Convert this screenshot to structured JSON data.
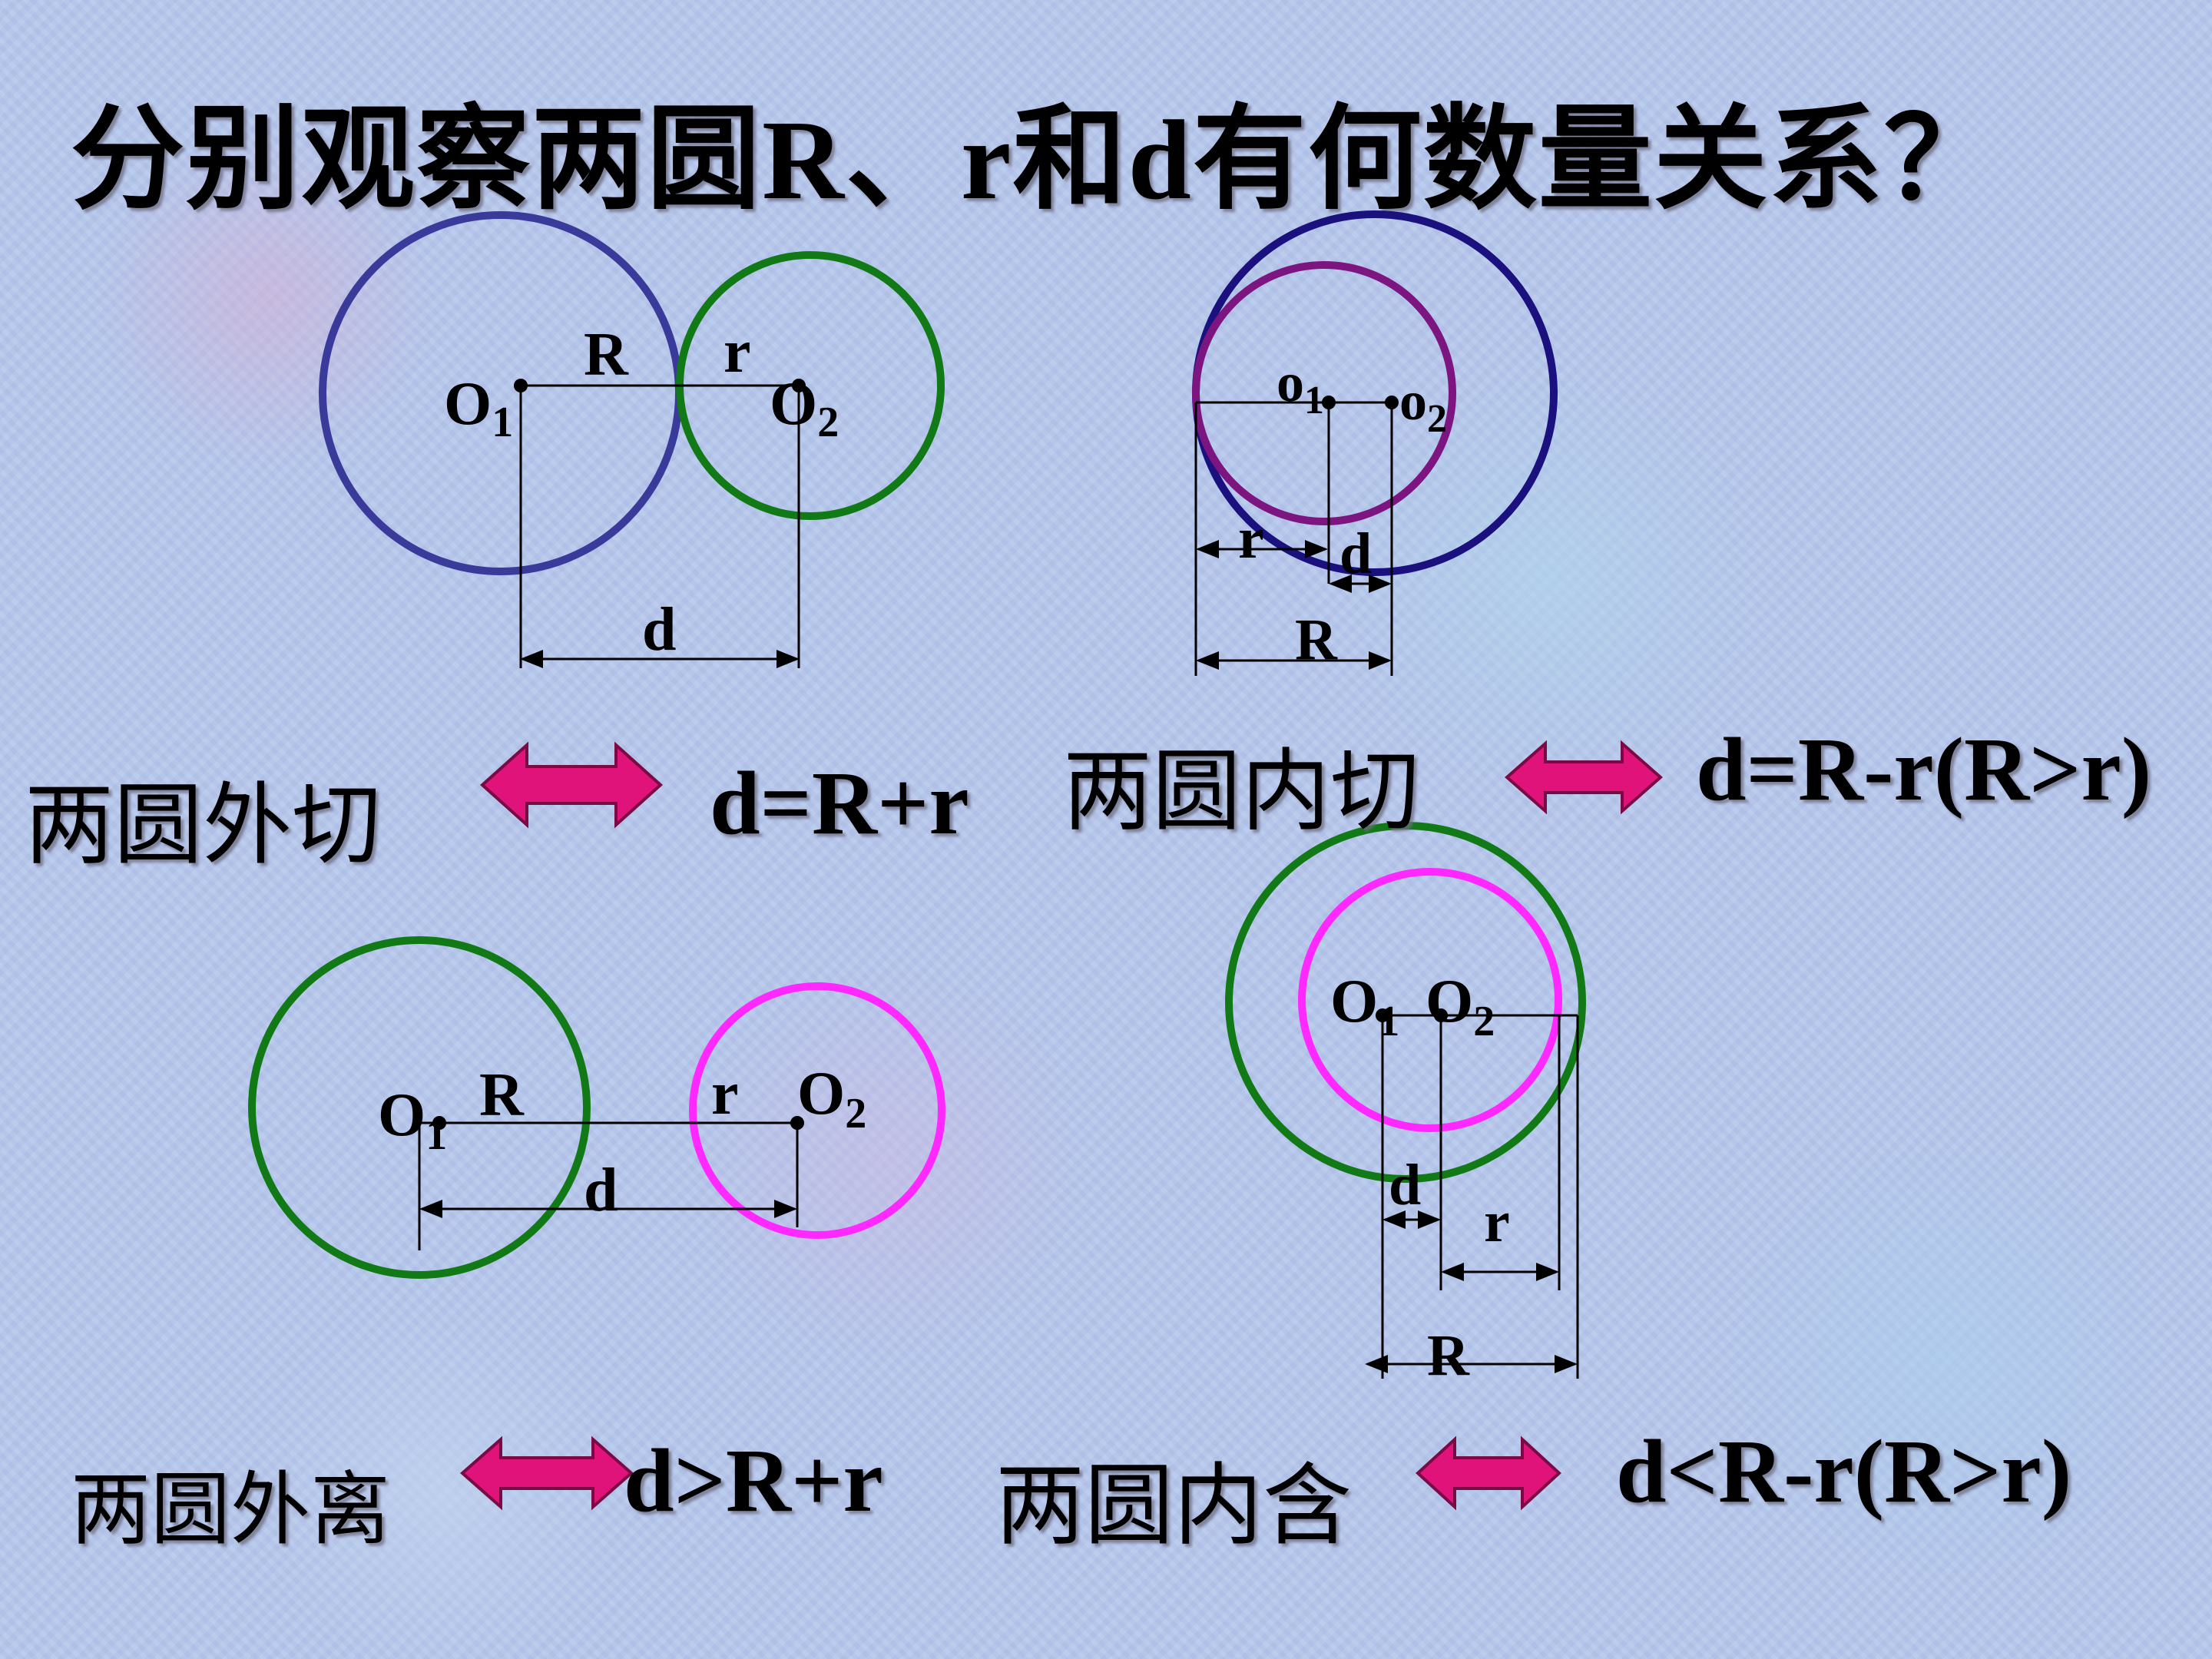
{
  "title": "分别观察两圆R、r和d有何数量关系？",
  "colors": {
    "navy": "#3a3a9a",
    "deep_navy": "#1a107e",
    "green": "#117a17",
    "purple": "#7c1580",
    "magenta": "#ff28ff",
    "arrow_fill": "#e0137a"
  },
  "panels": {
    "external_tangent": {
      "o1_label": "O",
      "o1_sub": "1",
      "o2_label": "O",
      "o2_sub": "2",
      "r_big_label": "R",
      "r_small_label": "r",
      "d_label": "d",
      "relation_text": "两圆外切",
      "formula": "d=R+r"
    },
    "internal_tangent": {
      "o1_label": "o",
      "o1_sub": "1",
      "o2_label": "o",
      "o2_sub": "2",
      "r_small_label": "r",
      "d_label": "d",
      "r_big_label": "R",
      "relation_text": "两圆内切",
      "formula": "d=R-r(R>r)"
    },
    "separate": {
      "o1_label": "O",
      "o1_sub": "1",
      "o2_label": "O",
      "o2_sub": "2",
      "r_big_label": "R",
      "r_small_label": "r",
      "d_label": "d",
      "relation_text": "两圆外离",
      "formula": "d>R+r"
    },
    "contained": {
      "o1_label": "O",
      "o1_sub": "1",
      "o2_label": "O",
      "o2_sub": "2",
      "d_label": "d",
      "r_small_label": "r",
      "r_big_label": "R",
      "relation_text": "两圆内含",
      "formula": "d<R-r(R>r)"
    }
  }
}
